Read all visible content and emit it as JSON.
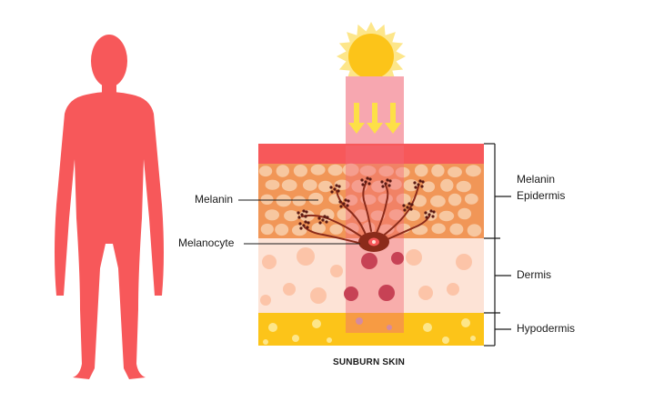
{
  "labels": {
    "melanin_left": "Melanin",
    "melanocyte": "Melanocyte",
    "melanin_right": "Melanin",
    "epidermis": "Epidermis",
    "dermis": "Dermis",
    "hypodermis": "Hypodermis"
  },
  "caption": "SUNBURN SKIN",
  "colors": {
    "body": "#f7585a",
    "sun": "#fcc419",
    "sun_rays": "#fde68a",
    "sunburn_layer": "#f7585a",
    "epidermis": "#f19657",
    "dermis": "#fde3d6",
    "hypodermis": "#fcc419",
    "uv_beam": "#f7a7b0",
    "uv_arrows": "#fde047",
    "melanocyte": "#8b2b1a",
    "melanin": "#5a1a14"
  },
  "icons": {
    "figure": "human-silhouette-icon",
    "sun": "sun-icon",
    "arrows": "uv-arrow-icon"
  }
}
